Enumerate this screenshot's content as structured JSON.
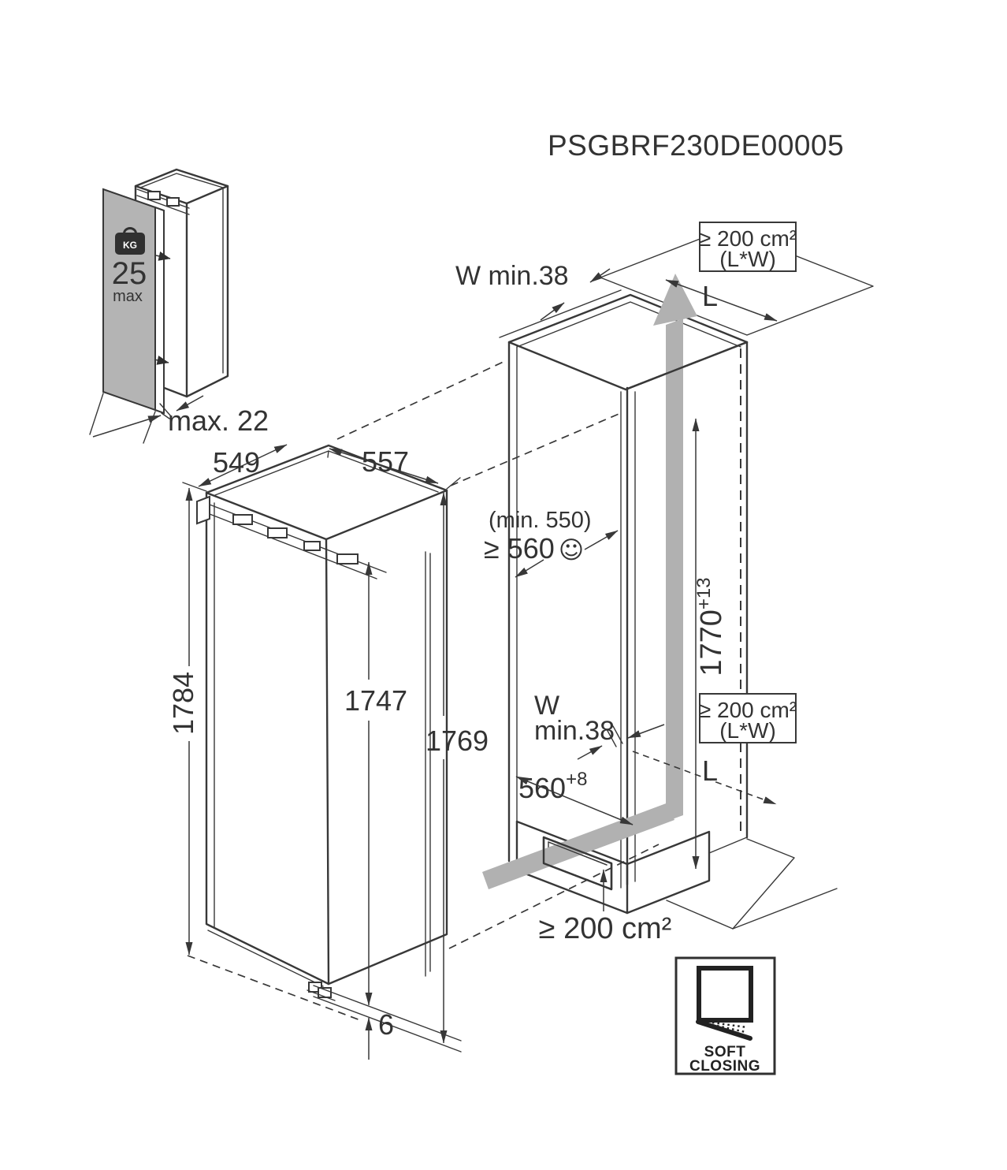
{
  "title": "PSGBRF230DE00005",
  "inset": {
    "kg_label": "KG",
    "max_weight": "25",
    "max_label": "max",
    "door_thickness": "max. 22"
  },
  "fridge": {
    "top_width": "549",
    "top_depth": "557",
    "overall_height": "1784",
    "door_height": "1747",
    "body_height": "1769",
    "bottom_gap": "6"
  },
  "niche": {
    "top_gap": "W min.38",
    "top_vent_area": "≥ 200 cm²",
    "top_vent_sub": "(L*W)",
    "top_length": "L",
    "depth_min_note": "(min. 550)",
    "depth_value": "≥ 560",
    "smiley": "☺",
    "height_value": "1770",
    "height_tolerance": "+13",
    "rear_gap_w": "W",
    "rear_gap_min": "min.38",
    "width_value": "560",
    "width_tolerance": "+8",
    "mid_vent_area": "≥ 200 cm²",
    "mid_vent_sub": "(L*W)",
    "floor_length": "L",
    "bottom_vent_area": "≥ 200 cm²"
  },
  "badge": {
    "line1": "SOFT",
    "line2": "CLOSING"
  }
}
